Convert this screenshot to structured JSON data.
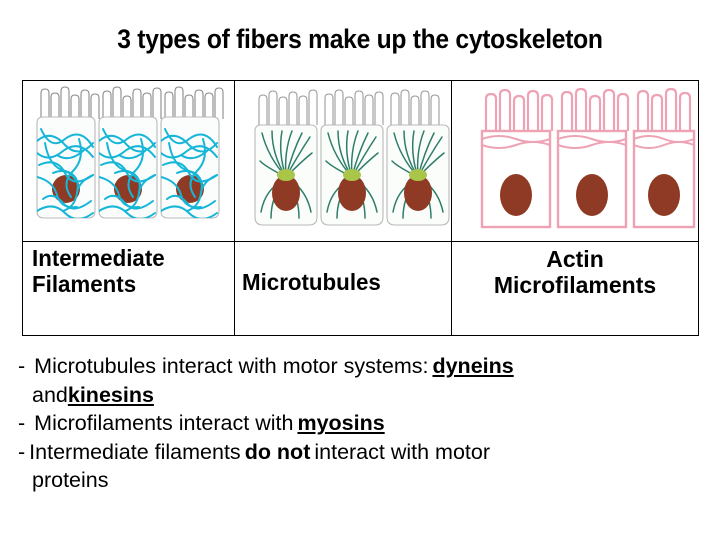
{
  "slide": {
    "title": "3 types of fibers make up the cytoskeleton"
  },
  "table": {
    "columns": [
      {
        "id": "intermediate-filaments",
        "label_line1": "Intermediate",
        "label_line2": "Filaments",
        "figure_name": "intermediate-filaments-diagram",
        "fiber_color": "#16b6d8",
        "nucleus_color": "#8e3a24",
        "microvilli_color": "#8a8a8a"
      },
      {
        "id": "microtubules",
        "label_line1": "Microtubules",
        "label_line2": "",
        "figure_name": "microtubules-diagram",
        "fiber_color": "#2e7d6b",
        "nucleus_color": "#8e3a24",
        "centrosome_color": "#a9c64a",
        "microvilli_color": "#9a9a9a"
      },
      {
        "id": "actin-microfilaments",
        "label_line1": "Actin",
        "label_line2": "Microfilaments",
        "figure_name": "actin-microfilaments-diagram",
        "fiber_color": "#eda3b4",
        "nucleus_color": "#8e3a24",
        "microvilli_color": "#eda3b4"
      }
    ]
  },
  "bullets": [
    {
      "marker": "-",
      "line1_plain_a": "Microtubules interact with motor systems:",
      "line1_emphasis": "dyneins",
      "line2_plain": "and",
      "line2_emphasis": "kinesins"
    },
    {
      "marker": "-",
      "line1_plain_a": "Microfilaments interact with",
      "line1_emphasis": "myosins"
    },
    {
      "marker": "-",
      "line1_plain_a": "Intermediate filaments",
      "line1_emphasis": "do not",
      "line1_plain_b": "interact with motor",
      "line2_plain": "proteins"
    }
  ]
}
